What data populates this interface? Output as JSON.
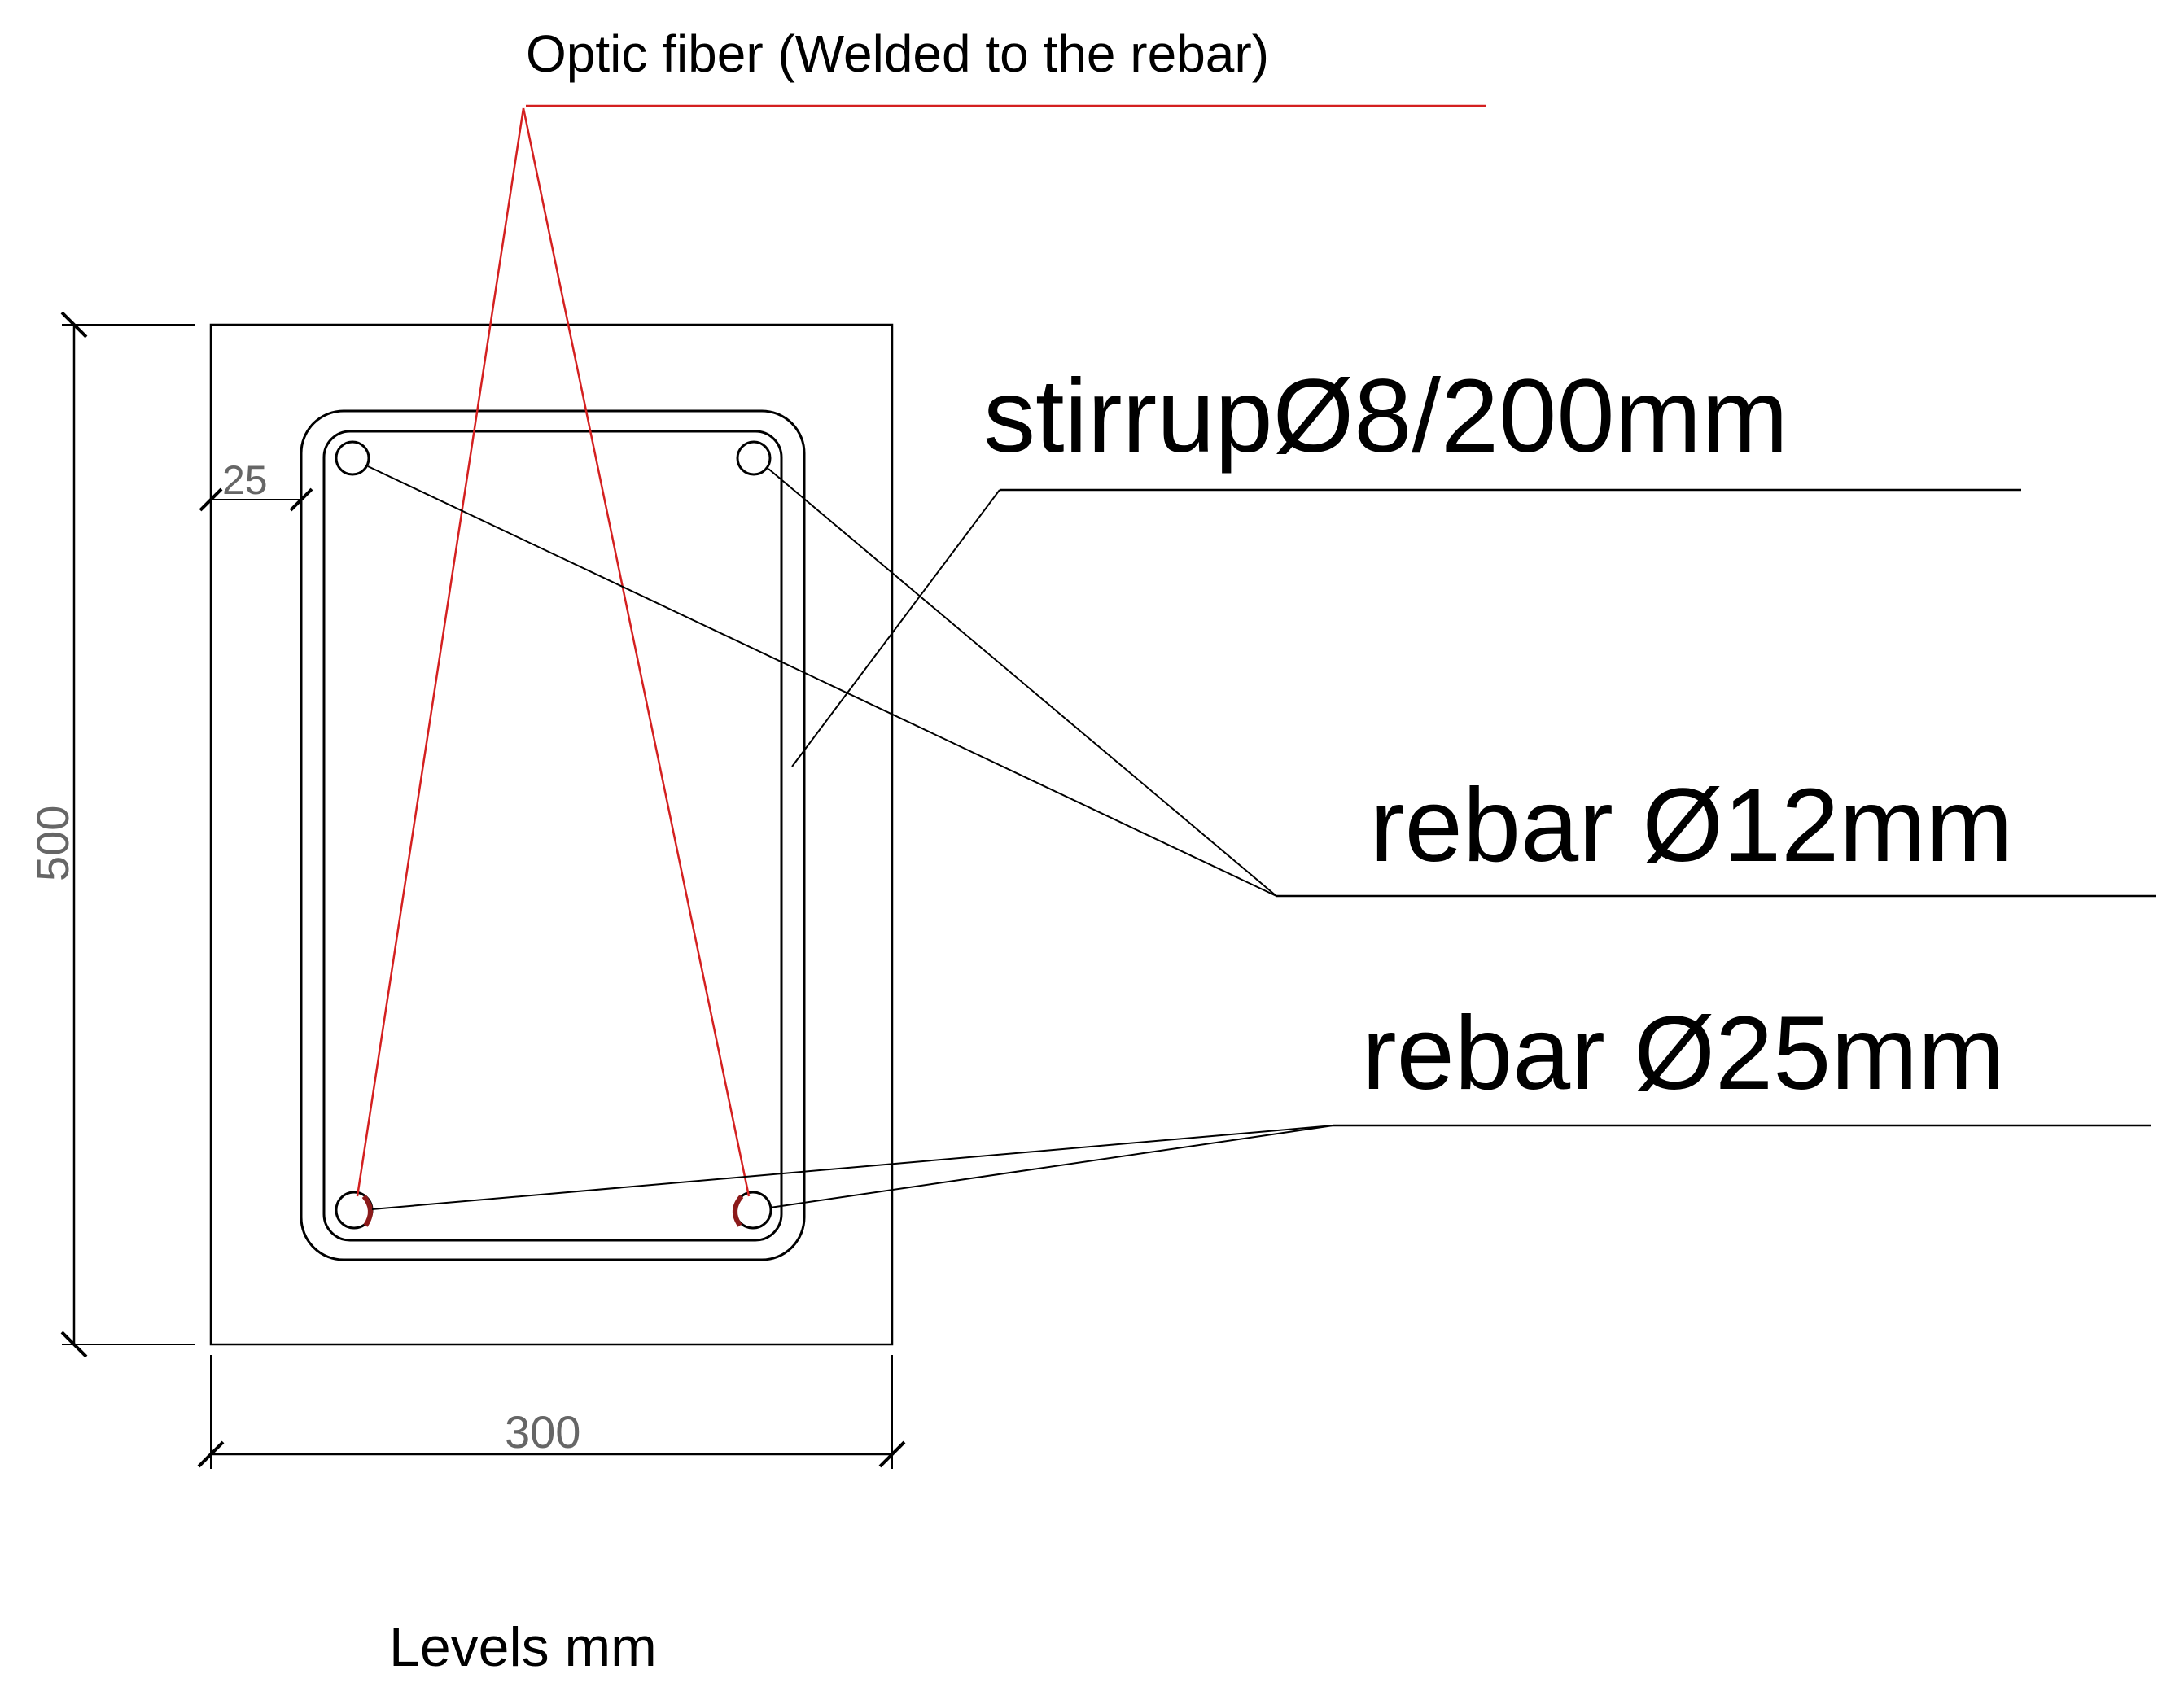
{
  "labels": {
    "optic_fiber": "Optic fiber (Welded to the rebar)",
    "stirrup": "stirrupØ8/200mm",
    "rebar_top": "rebar Ø12mm",
    "rebar_bottom": "rebar Ø25mm",
    "units": "Levels mm"
  },
  "dimensions": {
    "height": "500",
    "width": "300",
    "cover": "25"
  },
  "colors": {
    "line": "#000000",
    "fiber": "#d42020",
    "dimension_text": "#666666",
    "weld": "#8b1a1a"
  }
}
